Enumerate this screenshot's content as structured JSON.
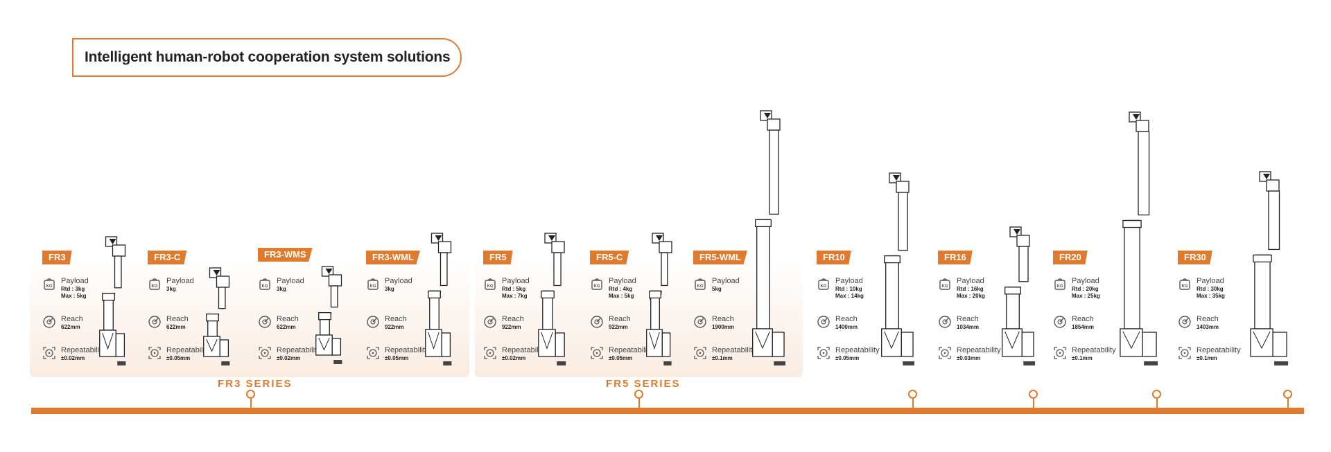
{
  "title": "Intelligent human-robot cooperation system solutions",
  "series": [
    {
      "label": "FR3  SERIES"
    },
    {
      "label": "FR5  SERIES"
    }
  ],
  "products": [
    {
      "name": "FR3",
      "payload_label": "Payload",
      "payload": [
        "Rtd : 3kg",
        "Max : 5kg"
      ],
      "reach_label": "Reach",
      "reach": "622mm",
      "rep_label": "Repeatability",
      "rep": "±0.02mm"
    },
    {
      "name": "FR3-C",
      "payload_label": "Payload",
      "payload": [
        "3kg"
      ],
      "reach_label": "Reach",
      "reach": "622mm",
      "rep_label": "Repeatability",
      "rep": "±0.05mm"
    },
    {
      "name": "FR3-WMS",
      "payload_label": "Payload",
      "payload": [
        "3kg"
      ],
      "reach_label": "Reach",
      "reach": "622mm",
      "rep_label": "Repeatability",
      "rep": "±0.02mm"
    },
    {
      "name": "FR3-WML",
      "payload_label": "Payload",
      "payload": [
        "3kg"
      ],
      "reach_label": "Reach",
      "reach": "922mm",
      "rep_label": "Repeatability",
      "rep": "±0.05mm"
    },
    {
      "name": "FR5",
      "payload_label": "Payload",
      "payload": [
        "Rtd : 5kg",
        "Max : 7kg"
      ],
      "reach_label": "Reach",
      "reach": "922mm",
      "rep_label": "Repeatability",
      "rep": "±0.02mm"
    },
    {
      "name": "FR5-C",
      "payload_label": "Payload",
      "payload": [
        "Rtd : 4kg",
        "Max : 5kg"
      ],
      "reach_label": "Reach",
      "reach": "922mm",
      "rep_label": "Repeatability",
      "rep": "±0.05mm"
    },
    {
      "name": "FR5-WML",
      "payload_label": "Payload",
      "payload": [
        "5kg"
      ],
      "reach_label": "Reach",
      "reach": "1900mm",
      "rep_label": "Repeatability",
      "rep": "±0.1mm"
    },
    {
      "name": "FR10",
      "payload_label": "Payload",
      "payload": [
        "Rtd : 10kg",
        "Max : 14kg"
      ],
      "reach_label": "Reach",
      "reach": "1400mm",
      "rep_label": "Repeatability",
      "rep": "±0.05mm"
    },
    {
      "name": "FR16",
      "payload_label": "Payload",
      "payload": [
        "Rtd : 16kg",
        "Max : 20kg"
      ],
      "reach_label": "Reach",
      "reach": "1034mm",
      "rep_label": "Repeatability",
      "rep": "±0.03mm"
    },
    {
      "name": "FR20",
      "payload_label": "Payload",
      "payload": [
        "Rtd : 20kg",
        "Max : 25kg"
      ],
      "reach_label": "Reach",
      "reach": "1854mm",
      "rep_label": "Repeatability",
      "rep": "±0.1mm"
    },
    {
      "name": "FR30",
      "payload_label": "Payload",
      "payload": [
        "Rtd : 30kg",
        "Max : 35kg"
      ],
      "reach_label": "Reach",
      "reach": "1403mm",
      "rep_label": "Repeatability",
      "rep": "±0.1mm"
    }
  ],
  "icons": {
    "payload": "kg-weight-icon",
    "reach": "reach-gauge-icon",
    "repeatability": "target-crosshair-icon"
  },
  "colors": {
    "accent": "#e07a2e",
    "series_bg": "#f9ece2"
  }
}
